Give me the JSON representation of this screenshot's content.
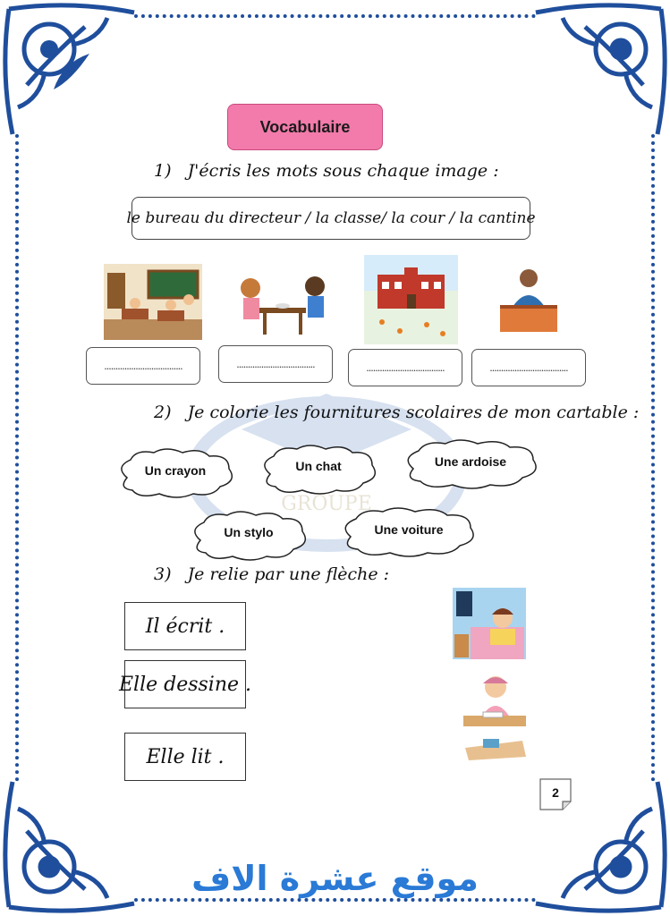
{
  "title": "Vocabulaire",
  "q1": {
    "number": "1)",
    "text": "J'écris  les mots sous chaque image :"
  },
  "word_list": "le bureau du directeur / la classe/ la cour / la cantine",
  "answer_placeholder": "...................................",
  "q2": {
    "number": "2)",
    "text": "Je colorie les fournitures scolaires de mon cartable :"
  },
  "clouds": [
    "Un crayon",
    "Un chat",
    "Une ardoise",
    "Un stylo",
    "Une voiture"
  ],
  "watermark_text": "GROUPE",
  "q3": {
    "number": "3)",
    "text": "Je relie par une flèche :"
  },
  "sentences": [
    "Il écrit .",
    "Elle dessine .",
    "Elle lit ."
  ],
  "page_number": "2",
  "site_name": "موقع عشرة الاف",
  "colors": {
    "frame": "#1f4e9c",
    "title_bg": "#f27bab",
    "site": "#2a7ad6"
  }
}
